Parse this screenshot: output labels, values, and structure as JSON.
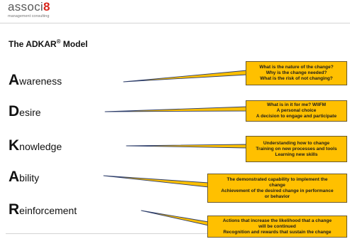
{
  "logo": {
    "brand_main": "associ",
    "brand_accent": "8",
    "tagline": "management consulting"
  },
  "title": {
    "main": "The ADKAR",
    "reg": "®",
    "end": " Model"
  },
  "rows": [
    {
      "initial": "A",
      "rest": "wareness",
      "callout": [
        "What is the nature of the change?",
        "Why is the change needed?",
        "What is the risk of not changing?"
      ]
    },
    {
      "initial": "D",
      "rest": "esire",
      "callout": [
        "What is in it for me? WIIFM",
        "A personal choice",
        "A decision to engage and participate"
      ]
    },
    {
      "initial": "K",
      "rest": "nowledge",
      "callout": [
        "Understanding how to change",
        "Training on new processes and tools",
        "Learning new skills"
      ]
    },
    {
      "initial": "A",
      "rest": "bility",
      "callout": [
        "The demonstrated capability to implement the change",
        "Achievement of the desired change in performance or behavior"
      ]
    },
    {
      "initial": "R",
      "rest": "einforcement",
      "callout": [
        "Actions that increase the likelihood that a change will be continued",
        "Recognition and rewards that sustain the change"
      ]
    }
  ],
  "colors": {
    "brand_accent": "#d9261c",
    "callout_fill": "#FFC000",
    "callout_tail_stroke": "#2f3f6b"
  }
}
